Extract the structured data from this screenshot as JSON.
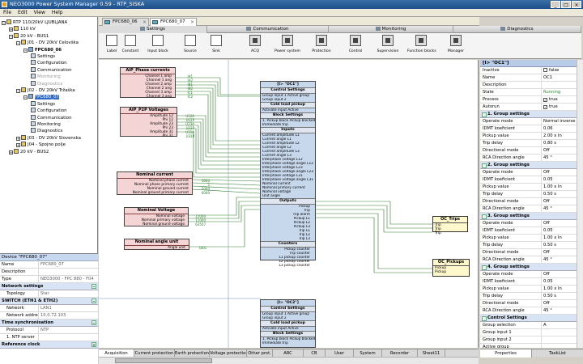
{
  "window": {
    "title": "NEO3000 Power System Manager 0.59 - RTP_SISKA"
  },
  "menu": [
    "File",
    "Edit",
    "View",
    "Help"
  ],
  "tree": [
    {
      "label": "RTP 110/20kV LJUBLJANA",
      "icon": "folder",
      "indent": 0,
      "toggle": "−"
    },
    {
      "label": "110 kV",
      "icon": "folder",
      "indent": 1,
      "toggle": "+"
    },
    {
      "label": "20 kV - BUS1",
      "icon": "folder",
      "indent": 1,
      "toggle": "−"
    },
    {
      "label": "J01 - DV 20kV Celovška",
      "icon": "folder",
      "indent": 2,
      "toggle": "−"
    },
    {
      "label": "FPC680_06",
      "icon": "dev",
      "indent": 3,
      "toggle": "−",
      "bold": true
    },
    {
      "label": "Settings",
      "icon": "leaf",
      "indent": 4
    },
    {
      "label": "Configuration",
      "icon": "leaf",
      "indent": 4
    },
    {
      "label": "Communication",
      "icon": "leaf",
      "indent": 4
    },
    {
      "label": "Monitoring",
      "icon": "leaf",
      "indent": 4,
      "muted": true
    },
    {
      "label": "Diagnostics",
      "icon": "leaf",
      "indent": 4,
      "muted": true
    },
    {
      "label": "J02 - DV 20kV Tržaška",
      "icon": "folder",
      "indent": 2,
      "toggle": "−"
    },
    {
      "label": "FPC680_07",
      "icon": "dev",
      "indent": 3,
      "toggle": "−",
      "selected": true
    },
    {
      "label": "Settings",
      "icon": "leaf",
      "indent": 4
    },
    {
      "label": "Configuration",
      "icon": "leaf",
      "indent": 4
    },
    {
      "label": "Communication",
      "icon": "leaf",
      "indent": 4
    },
    {
      "label": "Monitoring",
      "icon": "leaf",
      "indent": 4
    },
    {
      "label": "Diagnostics",
      "icon": "leaf",
      "indent": 4
    },
    {
      "label": "J03 - DV 20kV Slovenska",
      "icon": "folder",
      "indent": 2,
      "toggle": "+"
    },
    {
      "label": "J04 - Spojno polje",
      "icon": "folder",
      "indent": 2,
      "toggle": "+"
    },
    {
      "label": "20 kV - BUS2",
      "icon": "folder",
      "indent": 1,
      "toggle": "+"
    }
  ],
  "left_props": {
    "header": "Device \"FPC680_07\"",
    "rows1": [
      {
        "k": "Name",
        "v": "FPC680_07"
      },
      {
        "k": "Description",
        "v": ""
      },
      {
        "k": "Type",
        "v": "NEO3000 - FPC 880 - F04"
      }
    ],
    "group_network": "Network settings",
    "rows2": [
      {
        "k": "Topology",
        "v": "Star"
      }
    ],
    "group_switch": "SWITCH (ETH1 & ETH2)",
    "rows3": [
      {
        "k": "Network",
        "v": "LAN1"
      },
      {
        "k": "Network address",
        "v": "10.0.72.103"
      }
    ],
    "group_time": "Time synchronisation",
    "rows4": [
      {
        "k": "Protocol",
        "v": "NTP"
      },
      {
        "k": "1. NTP server",
        "v": ""
      }
    ],
    "group_ref": "Reference clock"
  },
  "doc_tabs": [
    "FPC680_06",
    "FPC680_07"
  ],
  "ribbon_tabs": [
    "Settings",
    "Communication",
    "Monitoring",
    "Diagnostics"
  ],
  "ribbon_tools": [
    "Label",
    "Constant",
    "Input block",
    "Source",
    "Sink",
    "ACQ",
    "Power system",
    "Protection",
    "Control",
    "Supervision",
    "Function blocks",
    "Manager"
  ],
  "canvas": {
    "phase_currents": {
      "title": "AIP_Phase currents",
      "lines": [
        "Channel 1 amp",
        "Channel 1 ang",
        "Channel 2 amp",
        "Channel 2 ang",
        "Channel 3 amp",
        "Channel 3 ang"
      ],
      "tags": [
        "IA1",
        "IA2",
        "IB1",
        "IB2",
        "IC1",
        "IC2"
      ]
    },
    "p2p_voltages": {
      "title": "AIP_P2P Voltages",
      "lines": [
        "Amplitude 12",
        "Phi 12",
        "Amplitude 23",
        "Phi 23",
        "Amplitude 31",
        "Phi 31"
      ],
      "tags": [
        "U12A",
        "U12P",
        "U23A",
        "U23P",
        "U31A",
        "U31P"
      ]
    },
    "nominal_current": {
      "title": "Nominal current",
      "lines": [
        "Nominal phase current",
        "Nominal phase primary current",
        "Nominal ground current",
        "Nominal ground primary current"
      ],
      "tags": [
        "1000",
        "5",
        "5000",
        "6000"
      ]
    },
    "nominal_voltage": {
      "title": "Nominal Voltage",
      "lines": [
        "Nominal voltage",
        "Nominal primary voltage",
        "Nominal ground voltage"
      ],
      "tags": [
        "11000",
        "11000",
        "63507"
      ]
    },
    "nominal_angle": {
      "title": "Nominal angle unit",
      "lines": [
        "Angle unit"
      ],
      "tags": [
        "DEG"
      ]
    },
    "oc1": {
      "title": "[I> \"OC1\"]",
      "sec_control": "Control Settings",
      "ctl_lines": [
        "Group input 1    Active group",
        "Group input 2"
      ],
      "sec_cold": "Cold load pickup",
      "cold_lines": [
        "Activate input    Active"
      ],
      "sec_block": "Block Settings",
      "block_lines": [
        "1. Pickup block  Pickup blocked",
        "Immediate trip"
      ],
      "sec_inputs": "Inputs",
      "input_lines": [
        "Current amplitude L1",
        "Current angle L1",
        "Current amplitude L2",
        "Current angle L2",
        "Current amplitude L3",
        "Current angle L3",
        "Interphase voltage L12",
        "Interphase voltage angle L12",
        "Interphase voltage L23",
        "Interphase voltage angle L23",
        "Interphase voltage L31",
        "Interphase voltage angle L31",
        "Nominal current",
        "Nominal primary current",
        "Nominal voltage",
        "Unit angle"
      ],
      "sec_outputs": "Outputs",
      "output_lines": [
        "Pickup",
        "Trip",
        "Trip alarm",
        "Pickup L1",
        "Pickup L2",
        "Pickup L3",
        "Trip L1",
        "Trip L2",
        "Trip L3"
      ],
      "sec_counters": "Counters",
      "counter_lines": [
        "Pickup counter",
        "Trip counter",
        "L1 pickup counter",
        "L2 pickup counter",
        "L3 pickup counter"
      ]
    },
    "oc2": {
      "title": "[I> \"OC2\"]",
      "sec_control": "Control Settings",
      "ctl_lines": [
        "Group input 1    Active group",
        "Group input 2"
      ],
      "sec_cold": "Cold load pickup",
      "cold_lines": [
        "Activate input    Active"
      ],
      "sec_block": "Block Settings",
      "block_lines": [
        "1. Pickup block  Pickup blocked",
        "Immediate trip"
      ]
    },
    "oc_trips": {
      "title": "OC_Trips",
      "lines": [
        "Trip",
        "Trip",
        "Trip"
      ]
    },
    "oc_pickups": {
      "title": "OC_Pickups",
      "lines": [
        "Pickup",
        "Pickup"
      ]
    }
  },
  "bottom_tabs": [
    "Acquisition",
    "Current protection",
    "Earth protection",
    "Voltage protection",
    "Other prot.",
    "ARC",
    "CB",
    "User",
    "System",
    "Recorder",
    "Sheet11"
  ],
  "right_props": {
    "header": "[I> \"OC1\"]",
    "rows0": [
      {
        "k": "Inactive",
        "v": "false",
        "chk": true
      },
      {
        "k": "Name",
        "v": "OC1"
      },
      {
        "k": "Description",
        "v": ""
      },
      {
        "k": "State",
        "v": "Running",
        "green": true
      },
      {
        "k": "Process",
        "v": "true",
        "chk": true
      },
      {
        "k": "Autorun",
        "v": "true",
        "chk": true
      }
    ],
    "g1": "1. Group settings",
    "g1rows": [
      {
        "k": "Operate mode",
        "v": "Normal inverse"
      },
      {
        "k": "IDMT koeficient",
        "v": "0.06"
      },
      {
        "k": "Pickup value",
        "v": "2.00 x In"
      },
      {
        "k": "Trip delay",
        "v": "0.80 s"
      },
      {
        "k": "Directional mode",
        "v": "Off"
      },
      {
        "k": "RCA Direction angle",
        "v": "45 °"
      }
    ],
    "g2": "2. Group settings",
    "g2rows": [
      {
        "k": "Operate mode",
        "v": "Off"
      },
      {
        "k": "IDMT koeficient",
        "v": "0.05"
      },
      {
        "k": "Pickup value",
        "v": "1.00 x In"
      },
      {
        "k": "Trip delay",
        "v": "0.50 s"
      },
      {
        "k": "Directional mode",
        "v": "Off"
      },
      {
        "k": "RCA Direction angle",
        "v": "45 °"
      }
    ],
    "g3": "3. Group settings",
    "g3rows": [
      {
        "k": "Operate mode",
        "v": "Off"
      },
      {
        "k": "IDMT koeficient",
        "v": "0.05"
      },
      {
        "k": "Pickup value",
        "v": "1.00 x In"
      },
      {
        "k": "Trip delay",
        "v": "0.50 s"
      },
      {
        "k": "Directional mode",
        "v": "Off"
      },
      {
        "k": "RCA Direction angle",
        "v": "45 °"
      }
    ],
    "g4": "4. Group settings",
    "g4rows": [
      {
        "k": "Operate mode",
        "v": "Off"
      },
      {
        "k": "IDMT koeficient",
        "v": "0.05"
      },
      {
        "k": "Pickup value",
        "v": "1.00 x In"
      },
      {
        "k": "Trip delay",
        "v": "0.50 s"
      },
      {
        "k": "Directional mode",
        "v": "Off"
      },
      {
        "k": "RCA Direction angle",
        "v": "45 °"
      }
    ],
    "gc": "Control Settings",
    "gcrows": [
      {
        "k": "Group selection",
        "v": "A"
      },
      {
        "k": "Group input 1",
        "v": ""
      },
      {
        "k": "Group input 2",
        "v": ""
      },
      {
        "k": "Active group",
        "v": ""
      }
    ],
    "tabs": [
      "Properties",
      "TaskList"
    ]
  }
}
